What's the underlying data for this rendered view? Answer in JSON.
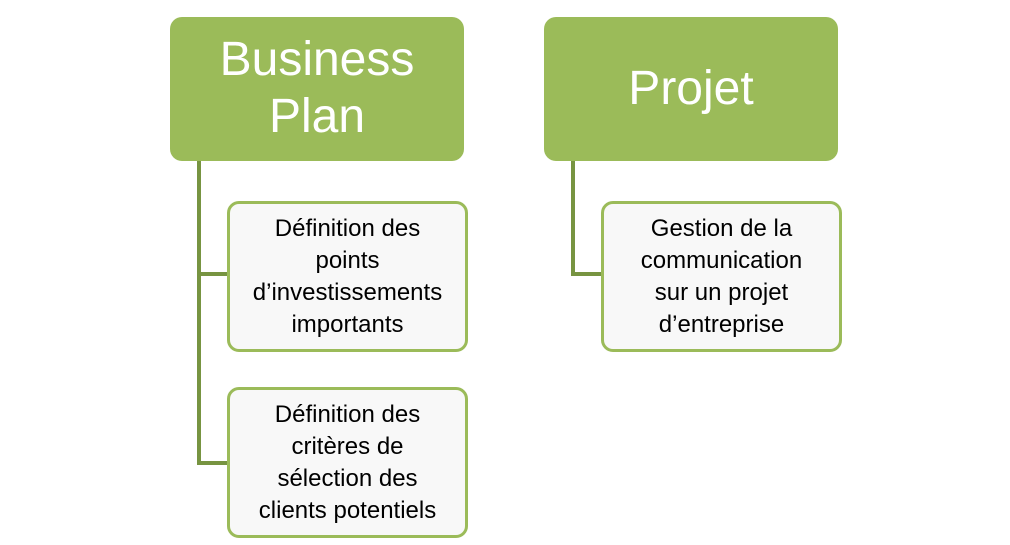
{
  "diagram": {
    "groups": [
      {
        "header": "Business\nPlan",
        "children": [
          "Définition des\npoints\nd’investissements\nimportants",
          "Définition des\ncritères de\nsélection des\nclients potentiels"
        ]
      },
      {
        "header": "Projet",
        "children": [
          "Gestion de la\ncommunication\nsur un projet\nd’entreprise"
        ]
      }
    ]
  },
  "colors": {
    "header_fill": "#9bbb59",
    "child_border": "#9bbb59",
    "child_fill": "#f8f8f8",
    "connector": "#779441"
  }
}
